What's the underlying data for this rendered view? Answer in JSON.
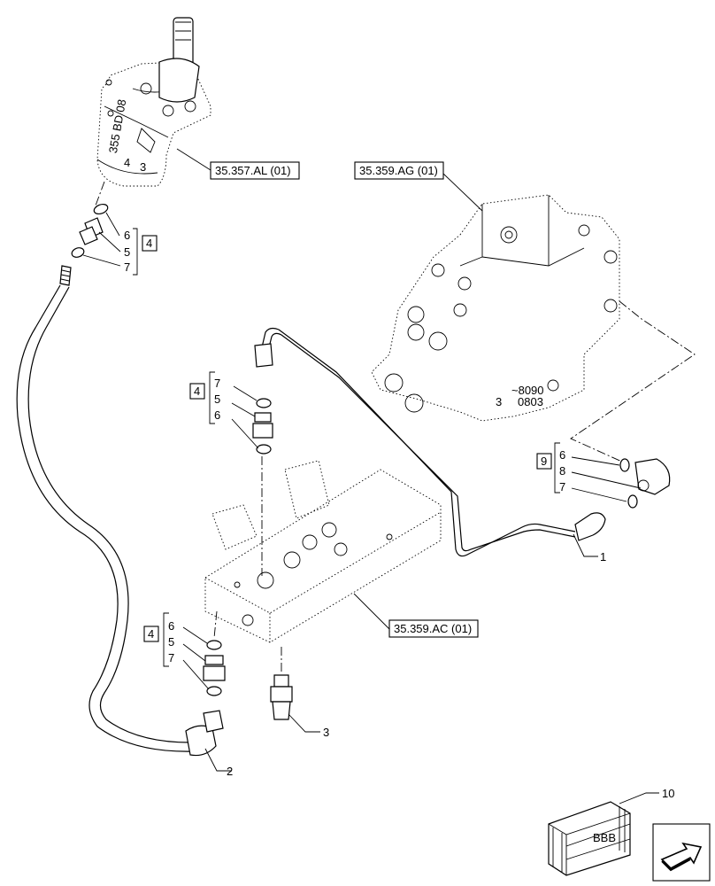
{
  "references": {
    "joystick_valve": "35.357.AL (01)",
    "control_valve": "35.359.AG (01)",
    "manifold_block": "35.359.AC (01)"
  },
  "callouts": {
    "tube": "1",
    "hose": "2",
    "sensor": "3",
    "kit_top": "4",
    "kit_middle": "4",
    "kit_bottom": "4",
    "kit_right": "9",
    "crate": "10"
  },
  "kit_top_items": [
    "6",
    "5",
    "7"
  ],
  "kit_middle_items": [
    "7",
    "5",
    "6"
  ],
  "kit_bottom_items": [
    "6",
    "5",
    "7"
  ],
  "kit_right_items": [
    "6",
    "8",
    "7"
  ],
  "icons": [
    "navigation-arrow-icon",
    "crate-icon"
  ]
}
